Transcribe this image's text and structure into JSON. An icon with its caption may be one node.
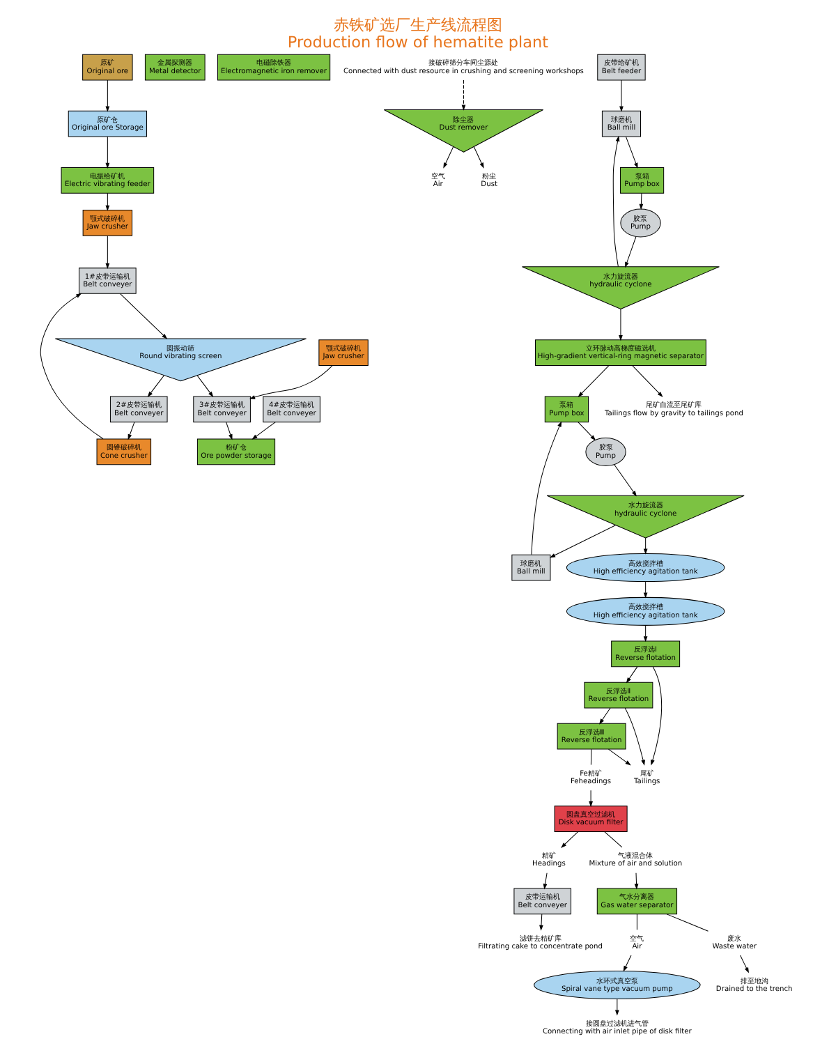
{
  "diagram": {
    "title": "赤铁矿选厂生产线流程图",
    "caption": "Production flow of hematite plant",
    "nodes": [
      {
        "text": [
          "原矿",
          "Original ore"
        ]
      },
      {
        "text": [
          "原矿仓",
          "Original ore Storage"
        ]
      },
      {
        "text": [
          "电振给矿机",
          "Electric vibrating feeder"
        ]
      },
      {
        "text": [
          "颚式破碎机",
          "Jaw crusher"
        ]
      },
      {
        "text": [
          "1#皮带运输机",
          "Belt conveyer"
        ]
      },
      {
        "text": [
          "圆锥破碎机",
          "Cone crusher"
        ]
      },
      {
        "text": [
          "金属探测器",
          "Metal detector"
        ]
      },
      {
        "text": [
          "电磁除铁器",
          "Electromagnetic iron remover"
        ]
      },
      {
        "text": [
          "2#皮带运输机",
          "Belt conveyer"
        ]
      },
      {
        "text": [
          "圆振动筛",
          "Round vibrating screen"
        ]
      },
      {
        "text": [
          "颚式破碎机",
          "Jaw crusher"
        ]
      },
      {
        "text": [
          "3#皮带运输机",
          "Belt conveyer"
        ]
      },
      {
        "text": [
          "接破碎筛分车间尘源处",
          "Connected with dust resource in crushing and screening workshops"
        ]
      },
      {
        "text": [
          "空气",
          "Air"
        ]
      },
      {
        "text": [
          "除尘器",
          "Dust remover"
        ]
      },
      {
        "text": [
          "粉尘",
          "Dust"
        ]
      },
      {
        "text": [
          "粉矿仓",
          "Ore powder storage"
        ]
      },
      {
        "text": [
          "皮带给矿机",
          "Belt feeder"
        ]
      },
      {
        "text": [
          "4#皮带运输机",
          "Belt conveyer"
        ]
      },
      {
        "text": [
          "水力旋流器",
          "hydraulic cyclone"
        ]
      },
      {
        "text": [
          "球磨机",
          "Ball mill"
        ]
      },
      {
        "text": [
          "胶泵",
          "Pump"
        ]
      },
      {
        "text": [
          "泵箱",
          "Pump box"
        ]
      },
      {
        "text": [
          "水力旋流器",
          "hydraulic cyclone"
        ]
      },
      {
        "text": [
          "立环脉动高梯度磁选机",
          "High-gradient vertical-ring magnetic separator"
        ]
      },
      {
        "text": [
          "尾矿自流至尾矿库",
          "Tailings flow by gravity to tailings pond"
        ]
      },
      {
        "text": [
          "球磨机",
          "Ball mill"
        ]
      },
      {
        "text": [
          "胶泵",
          "Pump"
        ]
      },
      {
        "text": [
          "泵箱",
          "Pump box"
        ]
      },
      {
        "text": [
          "高效搅拌槽",
          "High efficiency agitation tank"
        ]
      },
      {
        "text": [
          "高效搅拌槽",
          "High efficiency agitation tank"
        ]
      },
      {
        "text": [
          "反浮选Ⅰ",
          "Reverse flotation"
        ]
      },
      {
        "text": [
          "反浮选Ⅱ",
          "Reverse flotation"
        ]
      },
      {
        "text": [
          "反浮选Ⅲ",
          "Reverse flotation"
        ]
      },
      {
        "text": [
          "尾矿",
          "Tailings"
        ]
      },
      {
        "text": [
          "Fe精矿",
          "Feheadings"
        ]
      },
      {
        "text": [
          "圆盘真空过滤机",
          "Disk vacuum filter"
        ]
      },
      {
        "text": [
          "精矿",
          "Headings"
        ]
      },
      {
        "text": [
          "皮带运输机",
          "Belt conveyer"
        ]
      },
      {
        "text": [
          "滤饼去精矿库",
          "Filtrating cake to concentrate pond"
        ]
      },
      {
        "text": [
          "气液混合体",
          "Mixture of air and solution"
        ]
      },
      {
        "text": [
          "气水分离器",
          "Gas water separator"
        ]
      },
      {
        "text": [
          "废水",
          "Waste water"
        ]
      },
      {
        "text": [
          "排至地沟",
          "Drained to the trench"
        ]
      },
      {
        "text": [
          "空气",
          "Air"
        ]
      },
      {
        "text": [
          "水环式真空泵",
          "Spiral vane type vacuum pump"
        ]
      },
      {
        "text": [
          "接圆盘过滤机进气管",
          "Connecting with air inlet pipe of disk filter"
        ]
      }
    ],
    "edges": [
      {
        "from": 0,
        "to": 1,
        "arrow": "to"
      },
      {
        "from": 1,
        "to": 2,
        "arrow": "to"
      },
      {
        "from": 2,
        "to": 3,
        "arrow": "to"
      },
      {
        "from": 3,
        "to": 4,
        "arrow": "to"
      },
      {
        "from": 4,
        "to": 9,
        "arrow": "to"
      },
      {
        "from": 9,
        "to": 8,
        "arrow": "to"
      },
      {
        "from": 8,
        "to": 5,
        "arrow": "to"
      },
      {
        "from": 5,
        "to": 4,
        "arrow": "to"
      },
      {
        "from": 9,
        "to": 11,
        "arrow": "to"
      },
      {
        "from": 10,
        "to": 11,
        "arrow": "to"
      },
      {
        "from": 11,
        "to": 16,
        "arrow": "to"
      },
      {
        "from": 12,
        "to": 14,
        "arrow": "to",
        "style": "dashed"
      },
      {
        "from": 14,
        "to": 13,
        "arrow": "to"
      },
      {
        "from": 14,
        "to": 15,
        "arrow": "to"
      },
      {
        "from": 18,
        "to": 16,
        "arrow": "to"
      },
      {
        "from": 17,
        "to": 26,
        "arrow": "to"
      },
      {
        "from": 26,
        "to": 28,
        "arrow": "to"
      },
      {
        "from": 28,
        "to": 27,
        "arrow": "to"
      },
      {
        "from": 27,
        "to": 23,
        "arrow": "to"
      },
      {
        "from": 23,
        "to": 26,
        "arrow": "to"
      },
      {
        "from": 23,
        "to": 24,
        "arrow": "to"
      },
      {
        "from": 24,
        "to": 25,
        "arrow": "to"
      },
      {
        "from": 24,
        "to": 22,
        "arrow": "to"
      },
      {
        "from": 20,
        "to": 22,
        "arrow": "to"
      },
      {
        "from": 22,
        "to": 21,
        "arrow": "to"
      },
      {
        "from": 21,
        "to": 19,
        "arrow": "to"
      },
      {
        "from": 19,
        "to": 20,
        "arrow": "to"
      },
      {
        "from": 19,
        "to": 29,
        "arrow": "to"
      },
      {
        "from": 29,
        "to": 30,
        "arrow": "to"
      },
      {
        "from": 30,
        "to": 31,
        "arrow": "to"
      },
      {
        "from": 31,
        "to": 32,
        "arrow": "to"
      },
      {
        "from": 32,
        "to": 33,
        "arrow": "to"
      },
      {
        "from": 31,
        "to": 34,
        "arrow": "to"
      },
      {
        "from": 32,
        "to": 34,
        "arrow": "to"
      },
      {
        "from": 33,
        "to": 34,
        "arrow": "to"
      },
      {
        "from": 33,
        "to": 35,
        "arrow": "none"
      },
      {
        "from": 35,
        "to": 36,
        "arrow": "to"
      },
      {
        "from": 36,
        "to": 37,
        "arrow": "to"
      },
      {
        "from": 37,
        "to": 38,
        "arrow": "to"
      },
      {
        "from": 38,
        "to": 39,
        "arrow": "to"
      },
      {
        "from": 36,
        "to": 40,
        "arrow": "none"
      },
      {
        "from": 40,
        "to": 41,
        "arrow": "to"
      },
      {
        "from": 41,
        "to": 42,
        "arrow": "none"
      },
      {
        "from": 42,
        "to": 43,
        "arrow": "to"
      },
      {
        "from": 41,
        "to": 44,
        "arrow": "none"
      },
      {
        "from": 44,
        "to": 45,
        "arrow": "to"
      },
      {
        "from": 45,
        "to": 46,
        "arrow": "to"
      }
    ]
  }
}
